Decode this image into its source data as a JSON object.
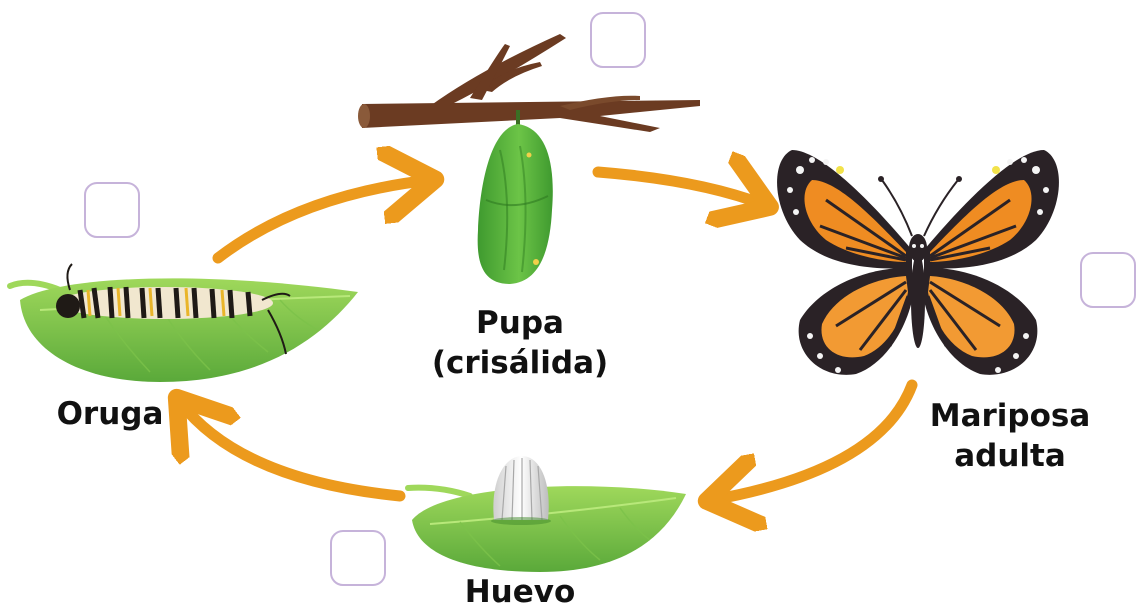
{
  "title": "",
  "stages": {
    "pupa": {
      "label_line1": "Pupa",
      "label_line2": "(crisálida)",
      "icon": "chrysalis-icon"
    },
    "adult": {
      "label_line1": "Mariposa",
      "label_line2": "adulta",
      "icon": "butterfly-icon"
    },
    "egg": {
      "label": "Huevo",
      "icon": "egg-icon"
    },
    "larva": {
      "label": "Oruga",
      "icon": "caterpillar-icon"
    }
  },
  "answer_boxes": {
    "count": 4,
    "values": [
      "",
      "",
      "",
      ""
    ]
  },
  "colors": {
    "arrow": "#ec9a1d",
    "box_border": "#c6b3da",
    "leaf": "#8ccf4a",
    "leaf_dark": "#4e9a2c",
    "chrysalis": "#5dba3f",
    "wing_orange": "#ef8c22",
    "wing_black": "#2a2226",
    "branch": "#6b3b22",
    "label": "#111111"
  }
}
